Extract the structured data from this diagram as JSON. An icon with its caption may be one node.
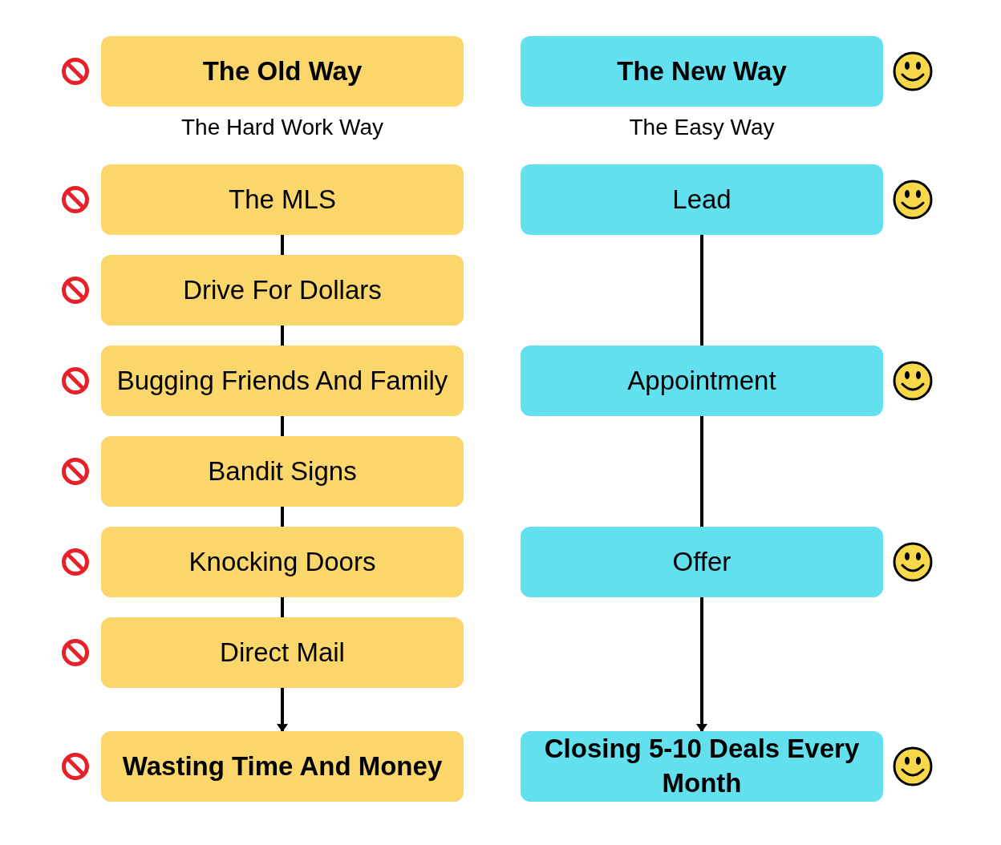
{
  "diagram": {
    "nodes": [
      {
        "text": [
          "The Old Way"
        ],
        "beside": [
          "The Hard Work Way"
        ]
      },
      {
        "text": [
          "The MLS"
        ]
      },
      {
        "text": [
          "Drive For Dollars"
        ]
      },
      {
        "text": [
          "Bugging Friends And Family"
        ]
      },
      {
        "text": [
          "Bandit Signs"
        ]
      },
      {
        "text": [
          "Knocking Doors"
        ]
      },
      {
        "text": [
          "Direct Mail"
        ]
      },
      {
        "text": [
          "Wasting Time And Money"
        ]
      },
      {
        "text": [
          "The New Way"
        ],
        "beside": [
          "The Easy Way"
        ]
      },
      {
        "text": [
          "Lead"
        ]
      },
      {
        "text": [
          "Appointment"
        ]
      },
      {
        "text": [
          "Offer"
        ]
      },
      {
        "text": [
          "Closing 5-10 Deals Every Month"
        ]
      }
    ],
    "edges": [
      {
        "from": 1,
        "to": 2,
        "arrow": "none"
      },
      {
        "from": 2,
        "to": 3,
        "arrow": "none"
      },
      {
        "from": 3,
        "to": 4,
        "arrow": "none"
      },
      {
        "from": 4,
        "to": 5,
        "arrow": "none"
      },
      {
        "from": 5,
        "to": 6,
        "arrow": "none"
      },
      {
        "from": 6,
        "to": 7,
        "arrow": "to"
      },
      {
        "from": 9,
        "to": 10,
        "arrow": "none"
      },
      {
        "from": 10,
        "to": 11,
        "arrow": "none"
      },
      {
        "from": 11,
        "to": 12,
        "arrow": "to"
      }
    ]
  }
}
